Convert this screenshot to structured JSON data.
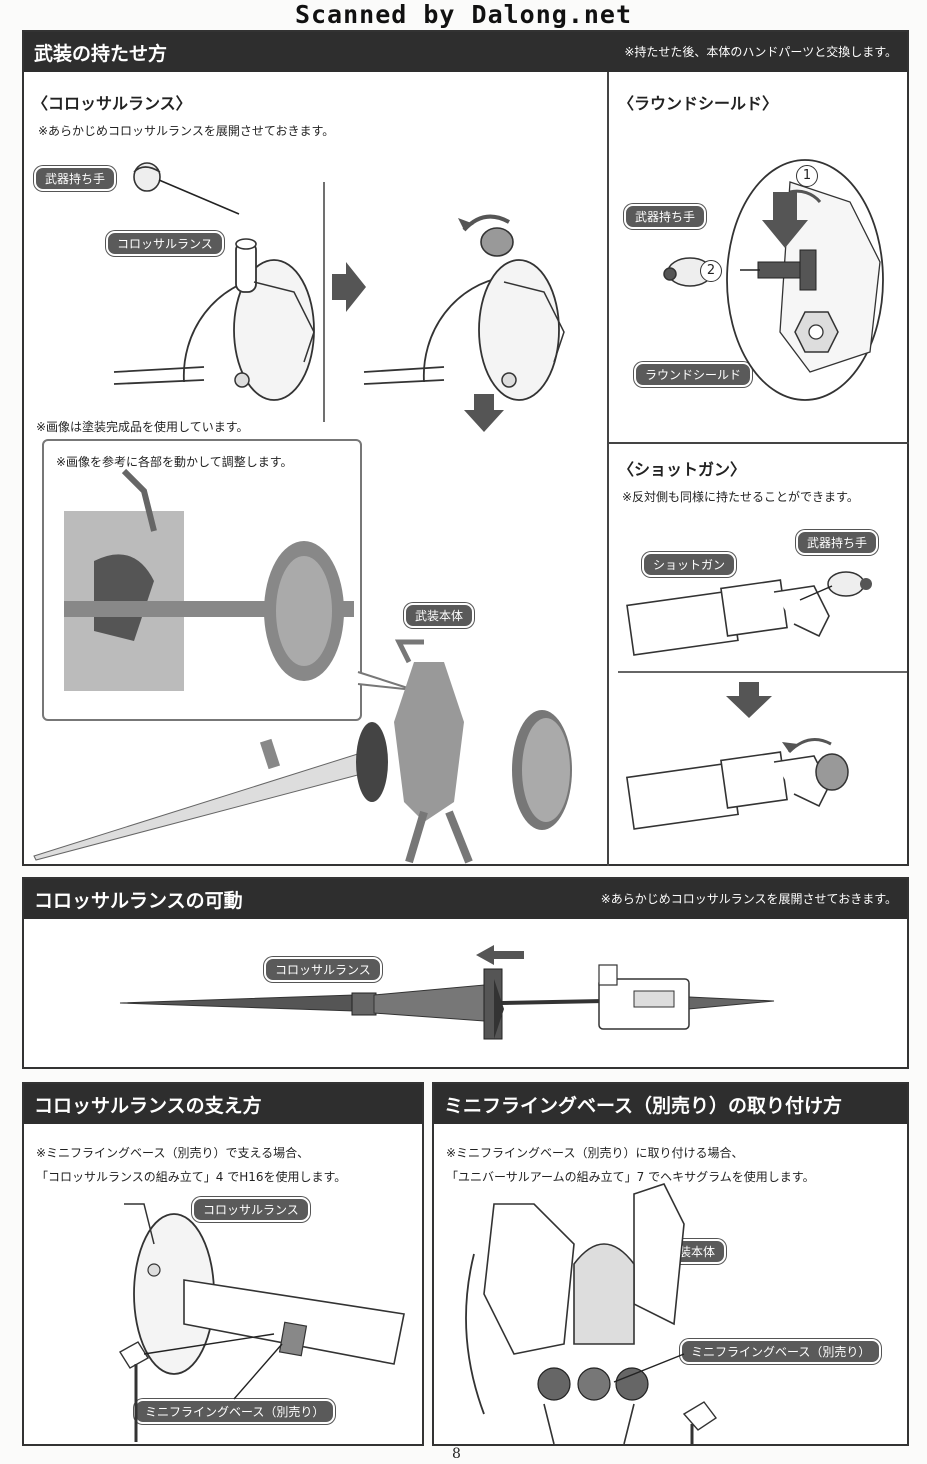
{
  "watermark": "Scanned by Dalong.net",
  "section_hold": {
    "title": "武装の持たせ方",
    "note": "※持たせた後、本体のハンドパーツと交換します。",
    "lance": {
      "heading": "〈コロッサルランス〉",
      "note": "※あらかじめコロッサルランスを展開させておきます。",
      "label_hand": "武器持ち手",
      "label_lance": "コロッサルランス"
    },
    "shield": {
      "heading": "〈ラウンドシールド〉",
      "label_hand": "武器持ち手",
      "label_shield": "ラウンドシールド",
      "step1": "1",
      "step2": "2"
    },
    "shotgun": {
      "heading": "〈ショットガン〉",
      "note": "※反対側も同様に持たせることができます。",
      "label_shotgun": "ショットガン",
      "label_hand": "武器持ち手"
    },
    "photo": {
      "note_painted": "※画像は塗装完成品を使用しています。",
      "note_adjust": "※画像を参考に各部を動かして調整します。",
      "label_body": "武装本体"
    }
  },
  "section_movable": {
    "title": "コロッサルランスの可動",
    "note": "※あらかじめコロッサルランスを展開させておきます。",
    "label_lance": "コロッサルランス"
  },
  "section_support": {
    "title": "コロッサルランスの支え方",
    "note_line1": "※ミニフライングベース（別売り）で支える場合、",
    "note_line2": "「コロッサルランスの組み立て」4 でH16を使用します。",
    "label_lance": "コロッサルランス",
    "label_base": "ミニフライングベース（別売り）"
  },
  "section_attach": {
    "title": "ミニフライングベース（別売り）の取り付け方",
    "note_line1": "※ミニフライングベース（別売り）に取り付ける場合、",
    "note_line2": "「ユニバーサルアームの組み立て」7 でヘキサグラムを使用します。",
    "label_body": "武装本体",
    "label_base": "ミニフライングベース（別売り）"
  },
  "page_number": "8"
}
